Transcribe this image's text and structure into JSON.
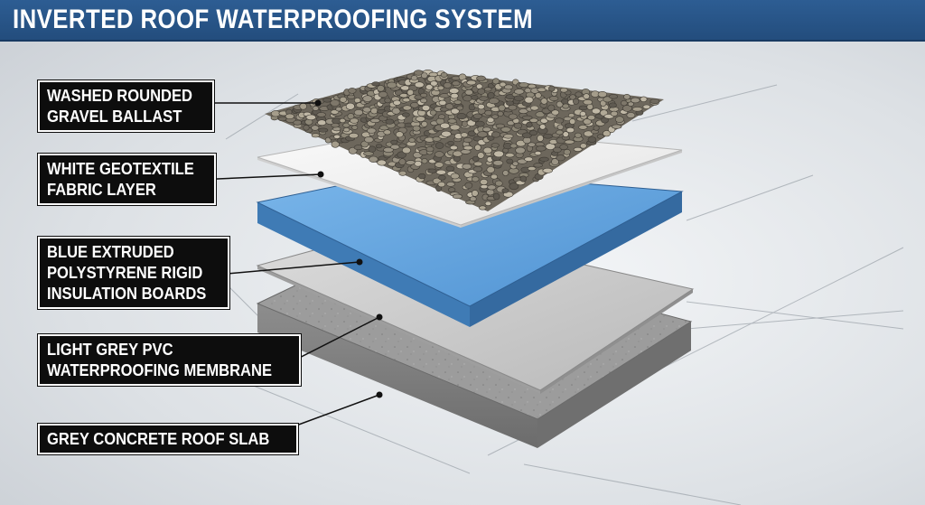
{
  "title": "INVERTED ROOF WATERPROOFING SYSTEM",
  "colors": {
    "title_bar": "#2b5a8f",
    "gravel": "#8a8373",
    "geotextile": "#f2f2f0",
    "insulation": "#5a9bd8",
    "membrane": "#c9c9c9",
    "concrete": "#9a9a9a",
    "label_background": "#0d0d0d",
    "label_text": "#ffffff"
  },
  "layers": [
    {
      "id": "gravel",
      "lines": [
        "WASHED ROUNDED",
        "GRAVEL BALLAST"
      ]
    },
    {
      "id": "geotextile",
      "lines": [
        "WHITE GEOTEXTILE",
        "FABRIC LAYER"
      ]
    },
    {
      "id": "insulation",
      "lines": [
        "BLUE EXTRUDED",
        "POLYSTYRENE RIGID",
        "INSULATION BOARDS"
      ]
    },
    {
      "id": "membrane",
      "lines": [
        "LIGHT GREY PVC",
        "WATERPROOFING MEMBRANE"
      ]
    },
    {
      "id": "concrete",
      "lines": [
        "GREY CONCRETE ROOF SLAB"
      ]
    }
  ]
}
